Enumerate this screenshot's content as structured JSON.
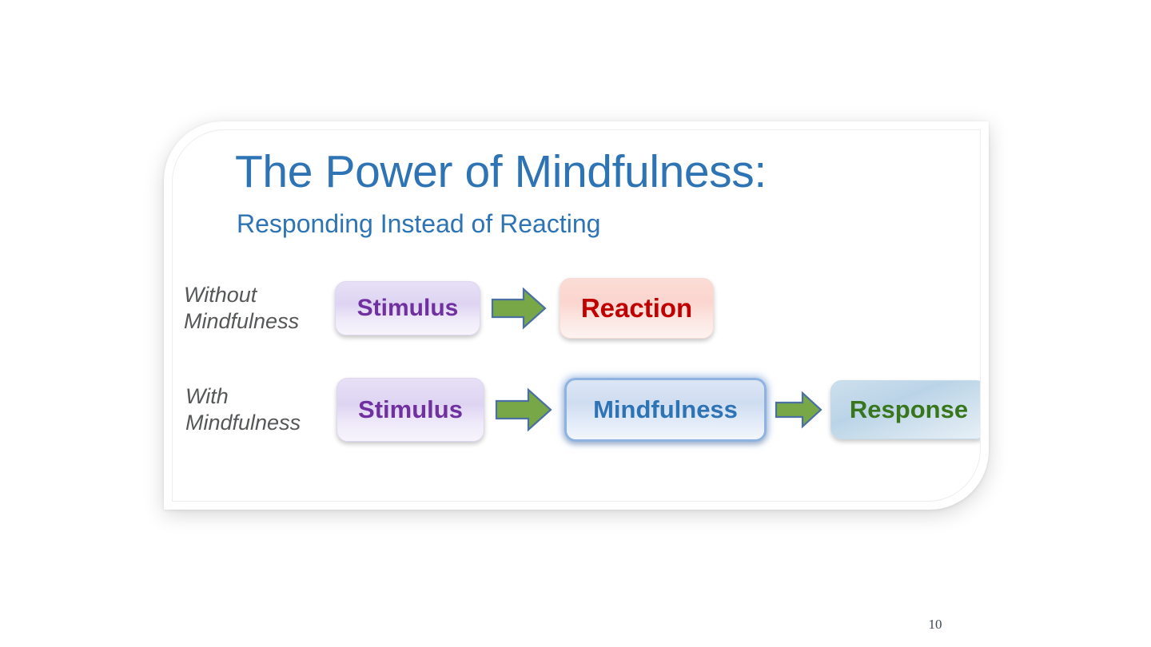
{
  "slide": {
    "title": "The Power of Mindfulness:",
    "subtitle": "Responding Instead of Reacting",
    "page_number": "10",
    "colors": {
      "title_blue": "#2E74B5",
      "label_gray": "#555759",
      "stimulus_text": "#7030A0",
      "reaction_text": "#C00000",
      "mindfulness_text": "#2E74B5",
      "response_text": "#38761D",
      "arrow_fill": "#77A747",
      "arrow_stroke": "#4A6FA0",
      "slide_background": "#FFFFFF"
    }
  },
  "diagram": {
    "type": "flow",
    "rows": [
      {
        "label_line1": "Without",
        "label_line2": "Mindfulness",
        "nodes": [
          {
            "text": "Stimulus",
            "style": "stimulus"
          },
          {
            "text": "Reaction",
            "style": "reaction"
          }
        ],
        "arrows": [
          "right-arrow-icon"
        ]
      },
      {
        "label_line1": "With",
        "label_line2": "Mindfulness",
        "nodes": [
          {
            "text": "Stimulus",
            "style": "stimulus"
          },
          {
            "text": "Mindfulness",
            "style": "mindfulness"
          },
          {
            "text": "Response",
            "style": "response"
          }
        ],
        "arrows": [
          "right-arrow-icon",
          "right-arrow-icon"
        ]
      }
    ]
  }
}
